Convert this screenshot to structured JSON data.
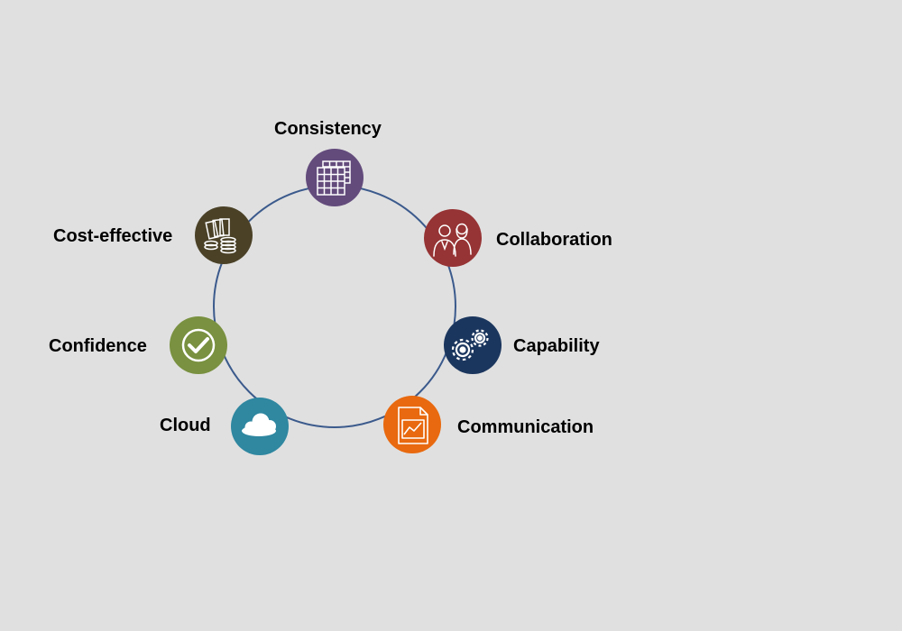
{
  "diagram": {
    "ring_color": "#3b5a8c",
    "nodes": [
      {
        "id": "consistency",
        "label": "Consistency",
        "icon": "spreadsheet-icon",
        "color": "#634b7c"
      },
      {
        "id": "collaboration",
        "label": "Collaboration",
        "icon": "people-icon",
        "color": "#963334"
      },
      {
        "id": "capability",
        "label": "Capability",
        "icon": "gears-icon",
        "color": "#1b365e"
      },
      {
        "id": "communication",
        "label": "Communication",
        "icon": "report-chart-icon",
        "color": "#e8690f"
      },
      {
        "id": "cloud",
        "label": "Cloud",
        "icon": "cloud-icon",
        "color": "#2f87a0"
      },
      {
        "id": "confidence",
        "label": "Confidence",
        "icon": "checkmark-icon",
        "color": "#799140"
      },
      {
        "id": "cost-effective",
        "label": "Cost-effective",
        "icon": "money-stack-icon",
        "color": "#4a4127"
      }
    ]
  }
}
